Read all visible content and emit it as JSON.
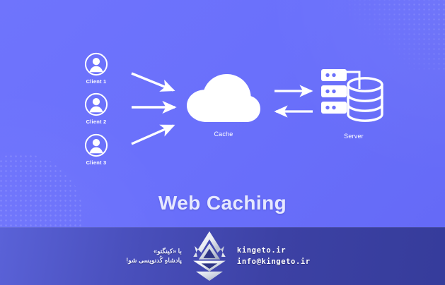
{
  "meta": {
    "title": "Web Caching",
    "background_color": "#6b71fb",
    "footer_color_left": "#5a62d8",
    "footer_color_right": "#363c9b",
    "accent_text_color": "#ffffff"
  },
  "diagram": {
    "clients": [
      {
        "label": "Client 1",
        "icon": "user-avatar-icon"
      },
      {
        "label": "Client 2",
        "icon": "user-avatar-icon"
      },
      {
        "label": "Client 3",
        "icon": "user-avatar-icon"
      }
    ],
    "cache": {
      "label": "Cache",
      "icon": "cloud-icon"
    },
    "server": {
      "label": "Server",
      "icon": "server-database-icon"
    },
    "arrows": [
      {
        "name": "client1-to-cache",
        "direction": "right-down"
      },
      {
        "name": "client2-to-cache",
        "direction": "right"
      },
      {
        "name": "client3-to-cache",
        "direction": "right-up"
      },
      {
        "name": "cache-to-server",
        "direction": "right"
      },
      {
        "name": "server-to-cache",
        "direction": "left"
      }
    ]
  },
  "title": {
    "text": "Web Caching"
  },
  "footer": {
    "persian_line_1": "با «کینگتو»",
    "persian_line_2": "پادشاهِ کُدنویسی شو!",
    "website": "kingeto.ir",
    "email": "info@kingeto.ir",
    "logo_icon": "kingeto-crown-logo-icon"
  }
}
